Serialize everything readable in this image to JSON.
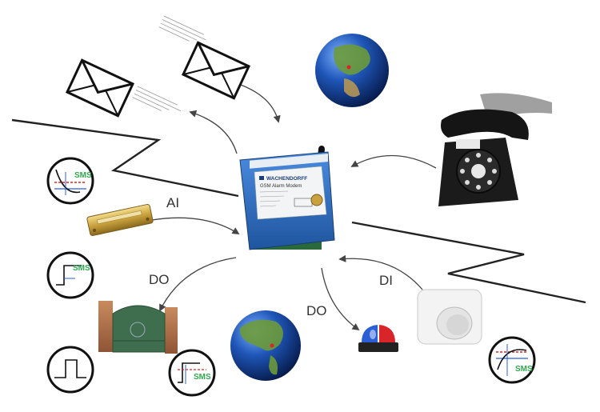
{
  "labels": {
    "ai": "AI",
    "do_left": "DO",
    "do_bottom": "DO",
    "di": "DI"
  },
  "badges": {
    "sms": "SMS"
  },
  "device": {
    "brand": "WACHENDORFF",
    "model": "GSM Alarm Modem"
  },
  "colors": {
    "device_blue": "#2f6fc1",
    "arrow": "#444444",
    "sms_green": "#2fa84f",
    "signal_red": "#d9252a",
    "signal_blue": "#2a5fd6"
  }
}
